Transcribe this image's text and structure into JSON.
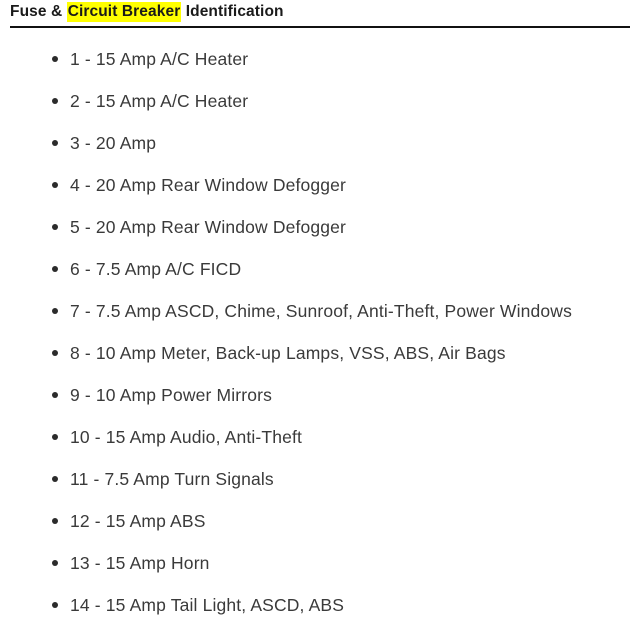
{
  "heading": {
    "before_highlight": "Fuse & ",
    "highlighted": "Circuit Breaker",
    "after_highlight": " Identification",
    "highlight_color": "#ffff00",
    "rule_color": "#111111"
  },
  "list": {
    "bullet_glyph": "•",
    "items": [
      {
        "label": "1 - 15 Amp A/C Heater"
      },
      {
        "label": "2 - 15 Amp A/C Heater"
      },
      {
        "label": "3 - 20 Amp"
      },
      {
        "label": "4 - 20 Amp Rear Window Defogger"
      },
      {
        "label": "5 - 20 Amp Rear Window Defogger"
      },
      {
        "label": "6 - 7.5 Amp A/C FICD"
      },
      {
        "label": "7 - 7.5 Amp ASCD, Chime, Sunroof, Anti-Theft, Power Windows"
      },
      {
        "label": "8 - 10 Amp Meter, Back-up Lamps, VSS, ABS, Air Bags"
      },
      {
        "label": "9 - 10 Amp Power Mirrors"
      },
      {
        "label": "10 - 15 Amp Audio, Anti-Theft"
      },
      {
        "label": "11 - 7.5 Amp Turn Signals"
      },
      {
        "label": "12 - 15 Amp ABS"
      },
      {
        "label": "13 - 15 Amp Horn"
      },
      {
        "label": "14 - 15 Amp Tail Light, ASCD, ABS"
      }
    ]
  }
}
